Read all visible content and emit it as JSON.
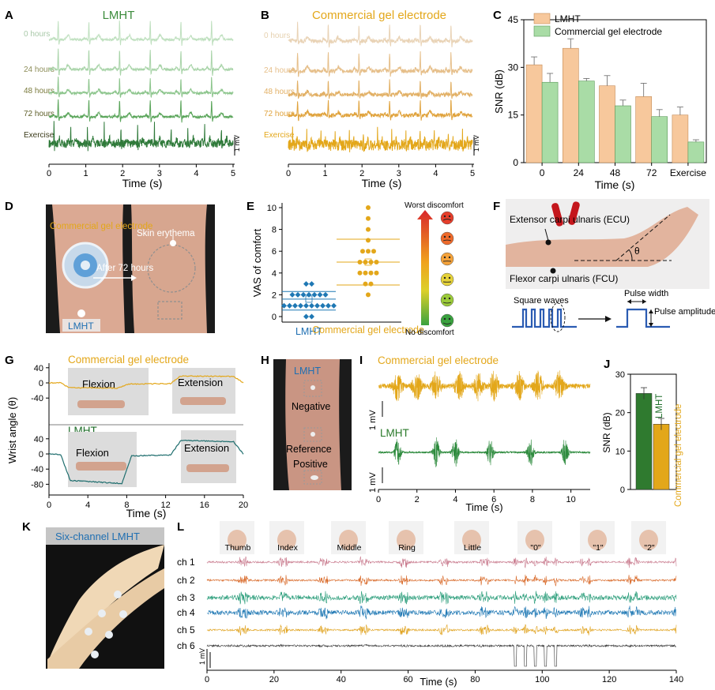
{
  "colors": {
    "green": "#3d8c3d",
    "green_dark": "#1f6e2a",
    "green_light": "#a8d4a8",
    "gold": "#e3a71a",
    "gold_light": "#e6c58e",
    "orange_bar": "#f7c89c",
    "green_bar": "#a9dca6",
    "blue": "#1f6fb2",
    "ch1": "#c97b8e",
    "ch2": "#d96b2b",
    "ch3": "#2a9d7a",
    "ch4": "#1f78b4",
    "ch5": "#e0a21d",
    "ch6": "#333333"
  },
  "panelA": {
    "letter": "A",
    "title": "LMHT",
    "rows": [
      "0 hours",
      "24 hours",
      "48 hours",
      "72 hours",
      "Exercise"
    ],
    "scale": "1 mV",
    "xlabel": "Time (s)",
    "xticks": [
      "0",
      "1",
      "2",
      "3",
      "4",
      "5"
    ]
  },
  "panelB": {
    "letter": "B",
    "title": "Commercial gel electrode",
    "rows": [
      "0 hours",
      "24 hours",
      "48 hours",
      "72 hours",
      "Exercise"
    ],
    "scale": "1 mV",
    "xlabel": "Time (s)",
    "xticks": [
      "0",
      "1",
      "2",
      "3",
      "4",
      "5"
    ]
  },
  "panelC": {
    "letter": "C",
    "legend": [
      "LMHT",
      "Commercial gel electrode"
    ]
  },
  "chart_data": [
    {
      "type": "bar",
      "panel": "C",
      "categories": [
        "0",
        "24",
        "48",
        "72",
        "Exercise"
      ],
      "series": [
        {
          "name": "LMHT",
          "values": [
            30.8,
            36.0,
            24.2,
            20.8,
            15.0
          ],
          "errors": [
            2.5,
            3.0,
            3.2,
            4.2,
            2.5
          ]
        },
        {
          "name": "Commercial gel electrode",
          "values": [
            25.3,
            25.7,
            17.9,
            14.5,
            6.5
          ],
          "errors": [
            2.8,
            0.8,
            1.8,
            2.2,
            0.7
          ]
        }
      ],
      "xlabel": "Time (s)",
      "ylabel": "SNR (dB)",
      "ylim": [
        0,
        45
      ],
      "yticks": [
        "0",
        "15",
        "30",
        "45"
      ]
    },
    {
      "type": "scatter",
      "panel": "E",
      "categories": [
        "LMHT",
        "Commercial gel electrode"
      ],
      "series": [
        {
          "name": "LMHT",
          "values": [
            1,
            1,
            1,
            1,
            1,
            1,
            1,
            1,
            1,
            1,
            2,
            2,
            2,
            2,
            2,
            2,
            2,
            3,
            3,
            0,
            0
          ],
          "mean": 1.6,
          "sd_band": [
            0.6,
            2.3
          ]
        },
        {
          "name": "Commercial gel electrode",
          "values": [
            3,
            3,
            4,
            4,
            4,
            4,
            5,
            5,
            5,
            5,
            6,
            6,
            6,
            7,
            8,
            9,
            10,
            2
          ],
          "mean": 5.0,
          "sd_band": [
            2.9,
            7.1
          ]
        }
      ],
      "ylabel": "VAS of comfort",
      "ylim": [
        0,
        10
      ],
      "yticks": [
        "0",
        "2",
        "4",
        "6",
        "8",
        "10"
      ]
    },
    {
      "type": "bar",
      "panel": "J",
      "categories": [
        "LMHT",
        "Commercial gel electrode"
      ],
      "values": [
        25.0,
        17.0
      ],
      "errors": [
        1.5,
        1.5
      ],
      "ylabel": "SNR (dB)",
      "ylim": [
        0,
        30
      ],
      "yticks": [
        "0",
        "10",
        "20",
        "30"
      ]
    }
  ],
  "panelD": {
    "letter": "D",
    "label_gel": "Commercial gel electrode",
    "label_erythema": "Skin erythema",
    "label_after": "After 72 hours",
    "label_lmht": "LMHT"
  },
  "panelE": {
    "letter": "E",
    "xcats": [
      "LMHT",
      "Commercial gel electrode"
    ],
    "worst": "Worst discomfort",
    "none": "No discomfort"
  },
  "panelF": {
    "letter": "F",
    "ecu": "Extensor carpi ulnaris (ECU)",
    "fcu": "Flexor carpi ulnaris (FCU)",
    "theta": "θ",
    "square": "Square waves",
    "pulse_width": "Pulse width",
    "pulse_amp": "Pulse amplitude"
  },
  "panelG": {
    "letter": "G",
    "title_top": "Commercial gel electrode",
    "title_bottom": "LMHT",
    "flexion": "Flexion",
    "extension": "Extension",
    "ylabel": "Wrist angle (θ)",
    "yticks_top": [
      "40",
      "0",
      "-40"
    ],
    "yticks_bottom": [
      "40",
      "0",
      "-40",
      "-80"
    ],
    "xticks": [
      "0",
      "4",
      "8",
      "12",
      "16",
      "20"
    ],
    "xlabel": "Time (s)"
  },
  "panelH": {
    "letter": "H",
    "lmht": "LMHT",
    "negative": "Negative",
    "reference": "Reference",
    "positive": "Positive"
  },
  "panelI": {
    "letter": "I",
    "title_top": "Commercial gel electrode",
    "title_bottom": "LMHT",
    "scale": "1 mV",
    "xticks": [
      "0",
      "2",
      "4",
      "6",
      "8",
      "10"
    ],
    "xlabel": "Time (s)"
  },
  "panelJ": {
    "letter": "J",
    "labels": [
      "LMHT",
      "Commercial gel electrode"
    ]
  },
  "panelK": {
    "letter": "K",
    "title": "Six-channel LMHT"
  },
  "panelL": {
    "letter": "L",
    "gestures": [
      "Thumb",
      "Index",
      "Middle",
      "Ring",
      "Little",
      "\"0\"",
      "\"1\"",
      "\"2\""
    ],
    "channels": [
      "ch 1",
      "ch 2",
      "ch 3",
      "ch 4",
      "ch 5",
      "ch 6"
    ],
    "scale": "1 mV",
    "xticks": [
      "0",
      "20",
      "40",
      "60",
      "80",
      "100",
      "120",
      "140"
    ],
    "xlabel": "Time (s)"
  }
}
